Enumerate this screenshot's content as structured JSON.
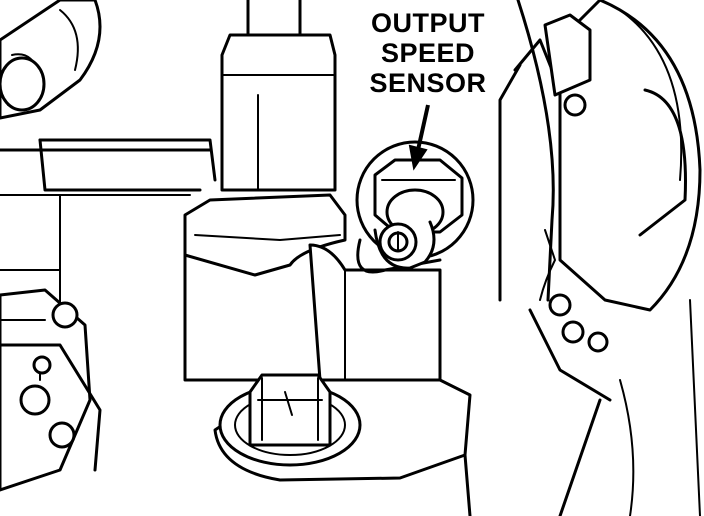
{
  "callout": {
    "line1": "OUTPUT",
    "line2": "SPEED",
    "line3": "SENSOR"
  }
}
